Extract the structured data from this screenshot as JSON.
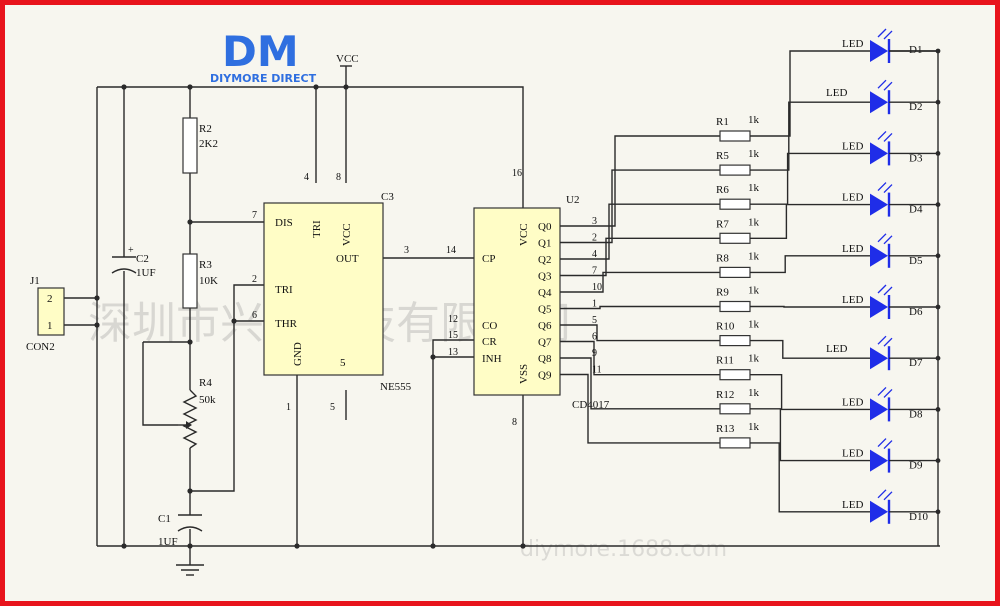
{
  "brand": {
    "logo_letters": "DM",
    "name": "DIYMORE DIRECT",
    "watermark_company": "深圳市兴源科技有限公司",
    "watermark_url": "diymore.1688.com"
  },
  "power": {
    "vcc": "VCC"
  },
  "connector": {
    "ref": "J1",
    "type": "CON2",
    "pin2": "2",
    "pin1": "1"
  },
  "caps": [
    {
      "ref": "C2",
      "value": "1UF",
      "plus": "+"
    },
    {
      "ref": "C1",
      "value": "1UF"
    }
  ],
  "resistors_left": [
    {
      "ref": "R2",
      "value": "2K2"
    },
    {
      "ref": "R3",
      "value": "10K"
    },
    {
      "ref": "R4",
      "value": "50k"
    }
  ],
  "ne555": {
    "ref": "C3",
    "name": "NE555",
    "pins": {
      "dis": "DIS",
      "tri_top": "TRI",
      "vcc": "VCC",
      "out": "OUT",
      "tri": "TRI",
      "thr": "THR",
      "gnd": "GND"
    },
    "numbers": {
      "p4": "4",
      "p8": "8",
      "p7": "7",
      "p2": "2",
      "p6": "6",
      "p3": "3",
      "p5a": "5",
      "p5b": "5",
      "p1": "1"
    }
  },
  "cd4017": {
    "ref": "U2",
    "name": "CD4017",
    "pins": {
      "cp": "CP",
      "co": "CO",
      "cr": "CR",
      "inh": "INH",
      "vcc": "VCC",
      "vss": "VSS"
    },
    "q_labels": [
      "Q0",
      "Q1",
      "Q2",
      "Q3",
      "Q4",
      "Q5",
      "Q6",
      "Q7",
      "Q8",
      "Q9"
    ],
    "q_pin_numbers": [
      "3",
      "2",
      "4",
      "7",
      "10",
      "1",
      "5",
      "6",
      "9",
      "11"
    ],
    "numbers": {
      "p16": "16",
      "p14": "14",
      "p12": "12",
      "p15": "15",
      "p13": "13",
      "p8": "8"
    }
  },
  "led_resistors": [
    {
      "ref": "R1",
      "value": "1k"
    },
    {
      "ref": "R5",
      "value": "1k"
    },
    {
      "ref": "R6",
      "value": "1k"
    },
    {
      "ref": "R7",
      "value": "1k"
    },
    {
      "ref": "R8",
      "value": "1k"
    },
    {
      "ref": "R9",
      "value": "1k"
    },
    {
      "ref": "R10",
      "value": "1k"
    },
    {
      "ref": "R11",
      "value": "1k"
    },
    {
      "ref": "R12",
      "value": "1k"
    },
    {
      "ref": "R13",
      "value": "1k"
    }
  ],
  "leds": [
    {
      "ref": "D1",
      "label": "LED"
    },
    {
      "ref": "D2",
      "label": "LED"
    },
    {
      "ref": "D3",
      "label": "LED"
    },
    {
      "ref": "D4",
      "label": "LED"
    },
    {
      "ref": "D5",
      "label": "LED"
    },
    {
      "ref": "D6",
      "label": "LED"
    },
    {
      "ref": "D7",
      "label": "LED"
    },
    {
      "ref": "D8",
      "label": "LED"
    },
    {
      "ref": "D9",
      "label": "LED"
    },
    {
      "ref": "D10",
      "label": "LED"
    }
  ],
  "colors": {
    "frame": "#e8141c",
    "led": "#1f2de8",
    "chip": "#fffdc6",
    "logo": "#2f6fe0"
  }
}
